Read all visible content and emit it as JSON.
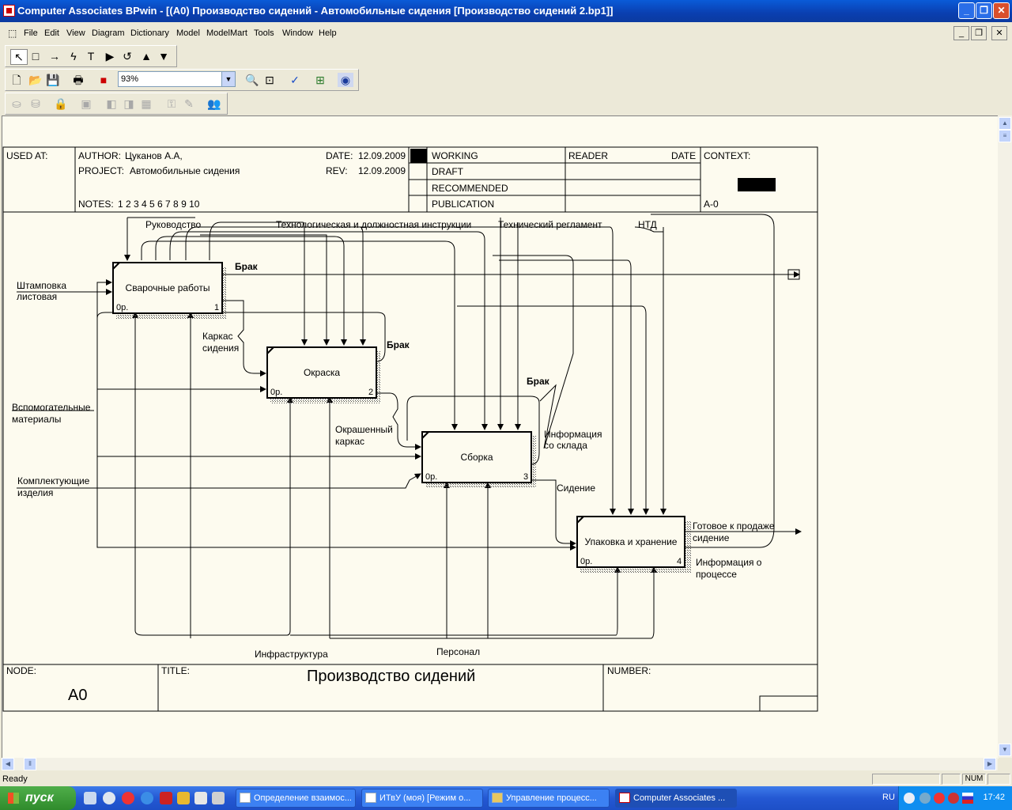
{
  "window": {
    "title": "Computer Associates BPwin - [(A0)  Производство сидений - Автомобильные сидения  [Производство сидений 2.bp1]]"
  },
  "menu": [
    "File",
    "Edit",
    "View",
    "Diagram",
    "Dictionary",
    "Model",
    "ModelMart",
    "Tools",
    "Window",
    "Help"
  ],
  "toolbar": {
    "zoom_value": "93%"
  },
  "header": {
    "used_at": "USED AT:",
    "author_label": "AUTHOR:",
    "author": "Цуканов А.А,",
    "project_label": "PROJECT:",
    "project": "Автомобильные сидения",
    "notes_label": "NOTES:",
    "notes": "1  2  3  4  5  6  7  8  9  10",
    "date_label": "DATE:",
    "date": "12.09.2009",
    "rev_label": "REV:",
    "rev": "12.09.2009",
    "status": [
      "WORKING",
      "DRAFT",
      "RECOMMENDED",
      "PUBLICATION"
    ],
    "reader_label": "READER",
    "reader_date": "DATE",
    "context_label": "CONTEXT:",
    "context_node": "A-0"
  },
  "diagram": {
    "boxes": [
      {
        "name": "Сварочные работы",
        "cost": "0р.",
        "num": "1"
      },
      {
        "name": "Окраска",
        "cost": "0р.",
        "num": "2"
      },
      {
        "name": "Сборка",
        "cost": "0р.",
        "num": "3"
      },
      {
        "name": "Упаковка и хранение",
        "cost": "0р.",
        "num": "4"
      }
    ],
    "labels": {
      "control1": "Руководство",
      "control2": "Технологическая и должностная инструкции",
      "control3": "Технический регламент",
      "control4": "НТД",
      "input1a": "Штамповка",
      "input1b": "листовая",
      "input2a": "Вспомогательные",
      "input2b": "материалы",
      "input3a": "Комплектующие",
      "input3b": "изделия",
      "out_brak": "Брак",
      "frame_a": "Каркас",
      "frame_b": "сидения",
      "painted_a": "Окрашенный",
      "painted_b": "каркас",
      "stock_a": "Информация",
      "stock_b": "со склада",
      "seat": "Сидение",
      "final_a": "Готовое к продаже",
      "final_b": "сидение",
      "info_a": "Информация о",
      "info_b": "процессе",
      "mech1": "Инфраструктура",
      "mech2": "Персонал"
    }
  },
  "footer": {
    "node_label": "NODE:",
    "node": "A0",
    "title_label": "TITLE:",
    "title": "Производство сидений",
    "number_label": "NUMBER:"
  },
  "status": {
    "text": "Ready",
    "num": "NUM"
  },
  "taskbar": {
    "start": "пуск",
    "tasks": [
      "Определение взаимос...",
      "ИТвУ (моя) [Режим о...",
      "Управление процесс...",
      "Computer Associates ..."
    ],
    "lang": "RU",
    "clock": "17:42"
  }
}
